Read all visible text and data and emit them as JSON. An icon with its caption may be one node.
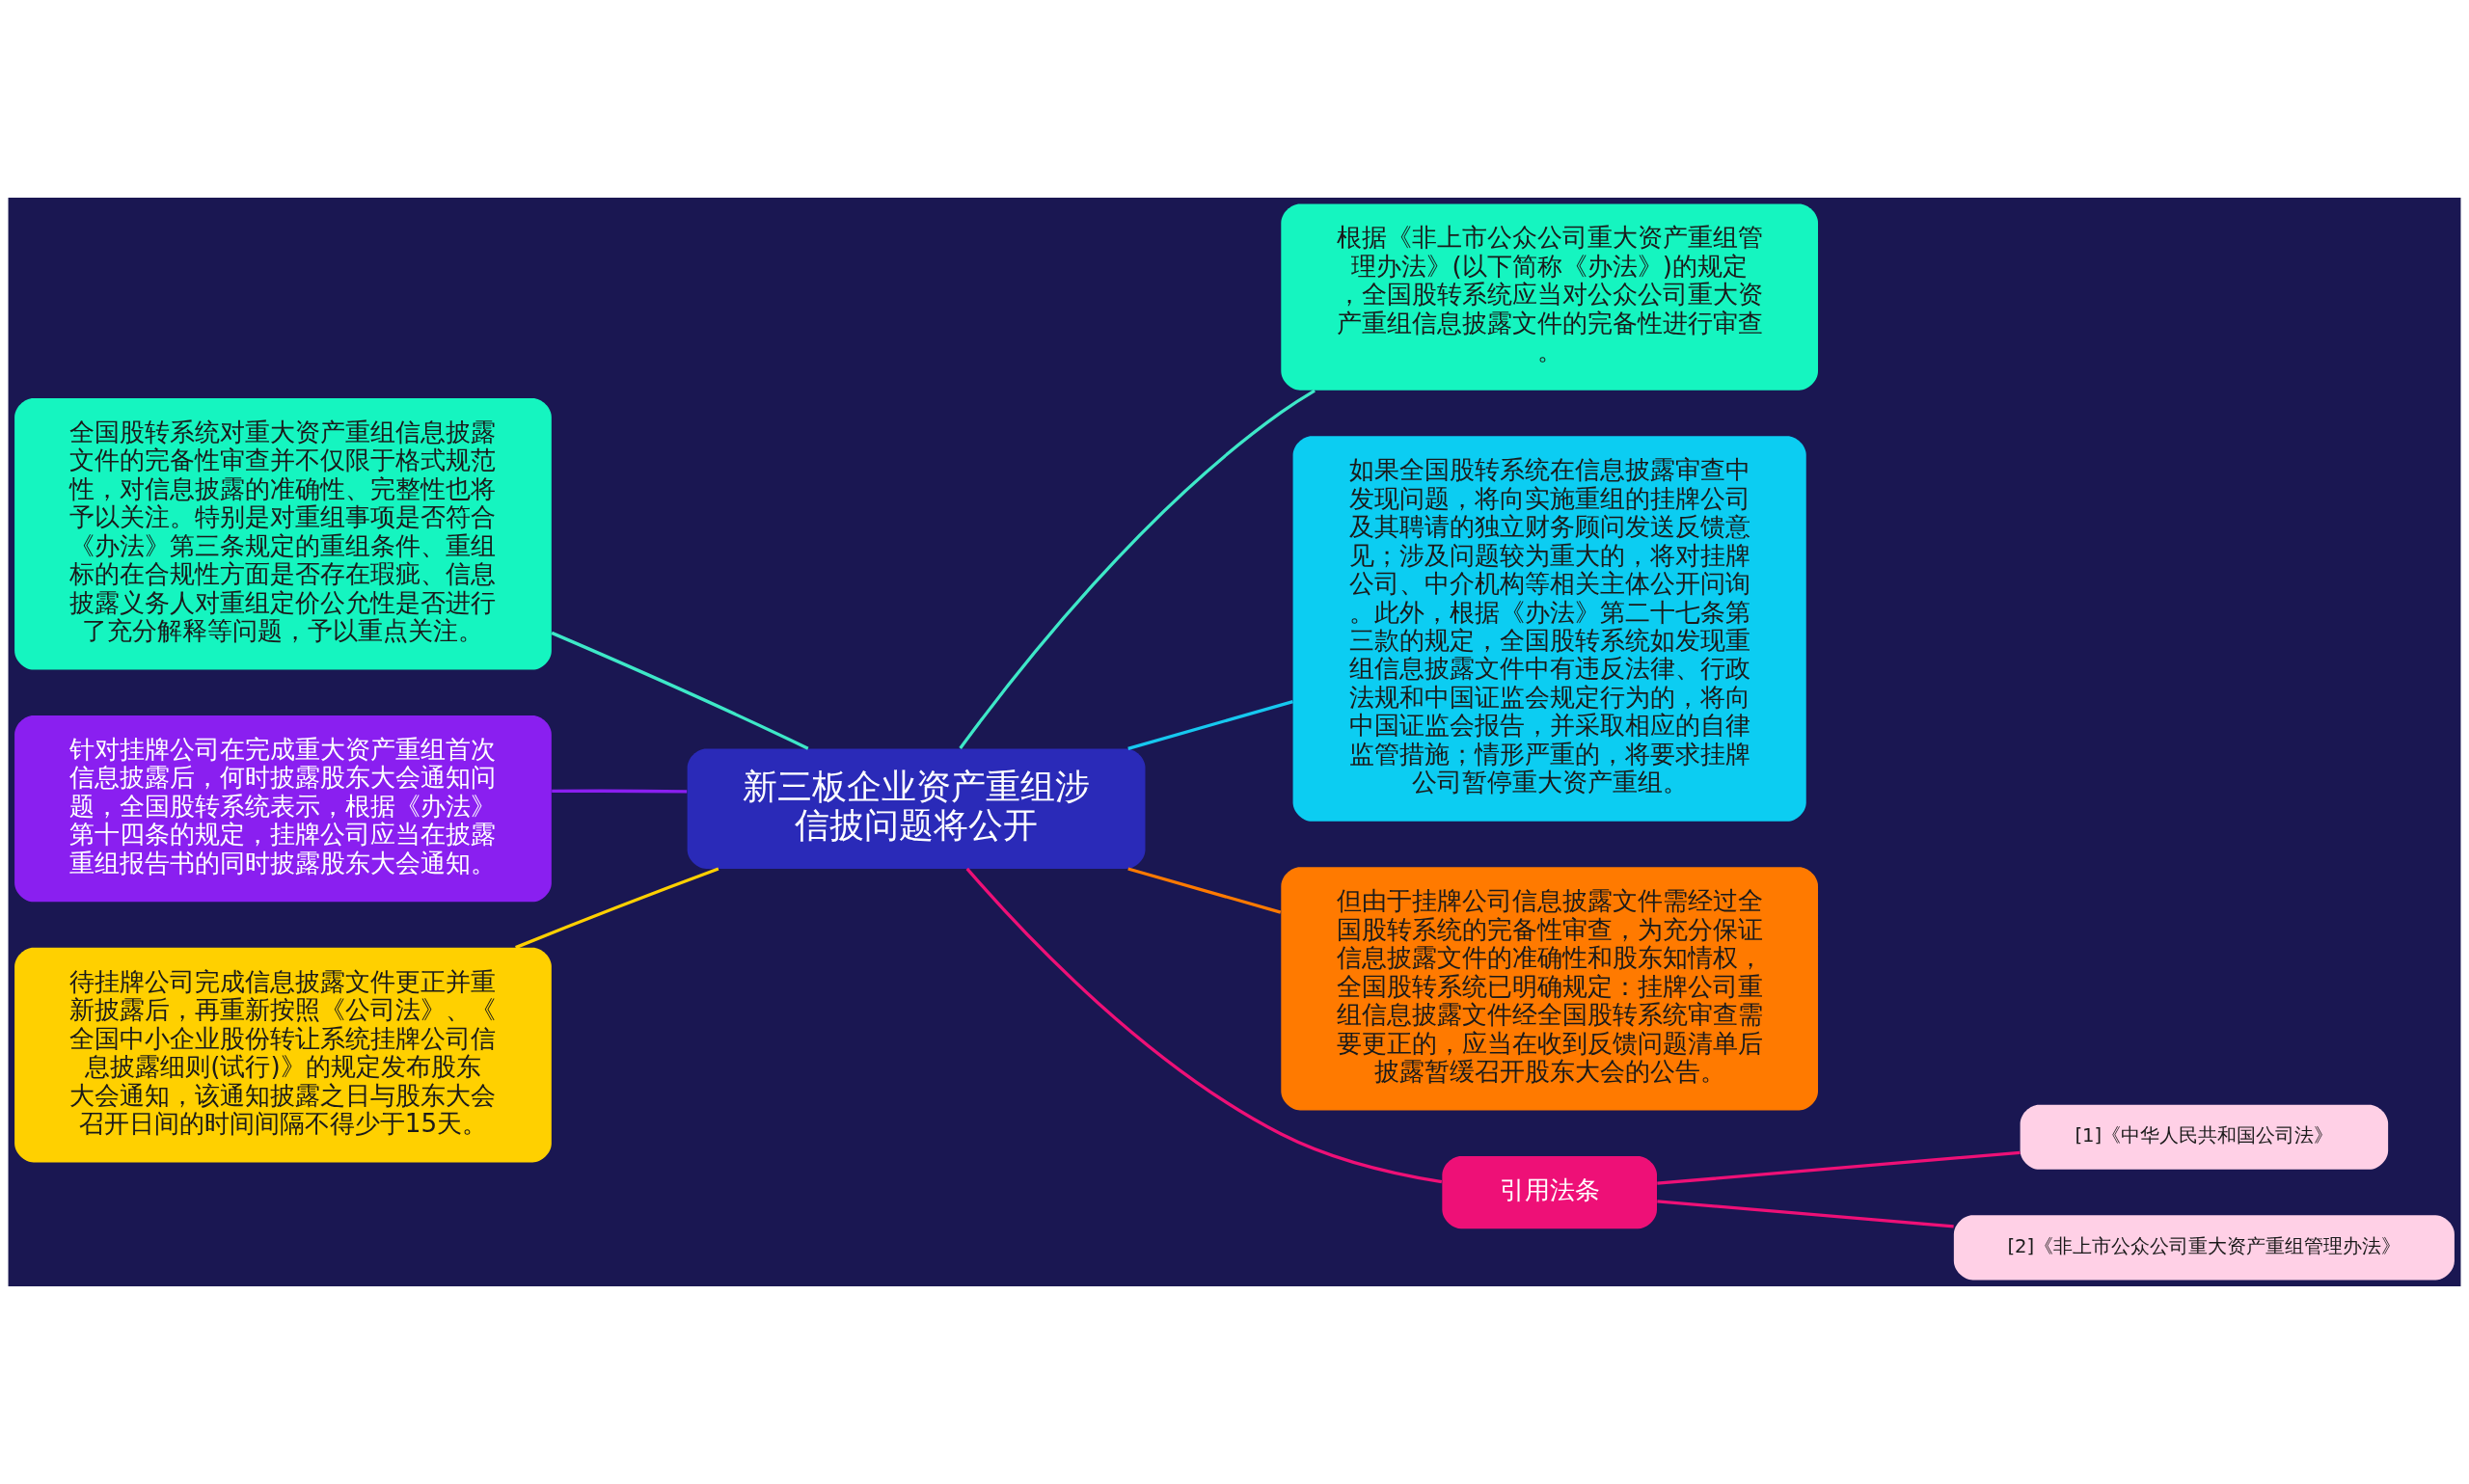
{
  "diagram": {
    "nodes": [
      {
        "text": [
          "新三板企业资产重组涉信披问题将公开"
        ]
      },
      {
        "text": [
          "全国股转系统对重大资产重组信息披露文件的完备性审查并不仅限于格式规范性，对信息披露的准确性、完整性也将予以关注。特别是对重组事项是否符合《办法》第三条规定的重组条件、重组标的在合规性方面是否存在瑕疵、信息披露义务人对重组定价公允性是否进行了充分解释等问题，予以重点关注。"
        ]
      },
      {
        "text": [
          "根据《非上市公众公司重大资产重组管理办法》(以下简称《办法》)的规定，全国股转系统应当对公众公司重大资产重组信息披露文件的完备性进行审查。"
        ]
      },
      {
        "text": [
          "针对挂牌公司在完成重大资产重组首次信息披露后，何时披露股东大会通知问题，全国股转系统表示，根据《办法》第十四条的规定，挂牌公司应当在披露重组报告书的同时披露股东大会通知。"
        ]
      },
      {
        "text": [
          "如果全国股转系统在信息披露审查中发现问题，将向实施重组的挂牌公司及其聘请的独立财务顾问发送反馈意见；涉及问题较为重大的，将对挂牌公司、中介机构等相关主体公开问询。此外，根据《办法》第二十七条第三款的规定，全国股转系统如发现重组信息披露文件中有违反法律、行政法规和中国证监会规定行为的，将向中国证监会报告，并采取相应的自律监管措施；情形严重的，将要求挂牌公司暂停重大资产重组。"
        ]
      },
      {
        "text": [
          "待挂牌公司完成信息披露文件更正并重新披露后，再重新按照《公司法》、《全国中小企业股份转让系统挂牌公司信息披露细则(试行)》的规定发布股东大会通知，该通知披露之日与股东大会召开日间的时间间隔不得少于15天。"
        ]
      },
      {
        "text": [
          "但由于挂牌公司信息披露文件需经过全国股转系统的完备性审查，为充分保证信息披露文件的准确性和股东知情权，全国股转系统已明确规定：挂牌公司重组信息披露文件经全国股转系统审查需要更正的，应当在收到反馈问题清单后披露暂缓召开股东大会的公告。"
        ]
      },
      {
        "text": [
          "引用法条"
        ]
      },
      {
        "text": [
          "[1]《中华人民共和国公司法》"
        ]
      },
      {
        "text": [
          "[2]《非上市公众公司重大资产重组管理办法》"
        ]
      }
    ],
    "edges": [
      {
        "from": 0,
        "to": 1,
        "arrow": "none",
        "color": "#3ee8c8"
      },
      {
        "from": 0,
        "to": 2,
        "arrow": "none",
        "color": "#3ee8c8"
      },
      {
        "from": 0,
        "to": 3,
        "arrow": "none",
        "color": "#8a1ff0"
      },
      {
        "from": 0,
        "to": 4,
        "arrow": "none",
        "color": "#16c8f0"
      },
      {
        "from": 0,
        "to": 5,
        "arrow": "none",
        "color": "#ffd000"
      },
      {
        "from": 0,
        "to": 6,
        "arrow": "none",
        "color": "#ff7a00"
      },
      {
        "from": 0,
        "to": 7,
        "arrow": "none",
        "color": "#ee1077"
      },
      {
        "from": 7,
        "to": 8,
        "arrow": "none",
        "color": "#ee1077"
      },
      {
        "from": 7,
        "to": 9,
        "arrow": "none",
        "color": "#ee1077"
      }
    ]
  }
}
